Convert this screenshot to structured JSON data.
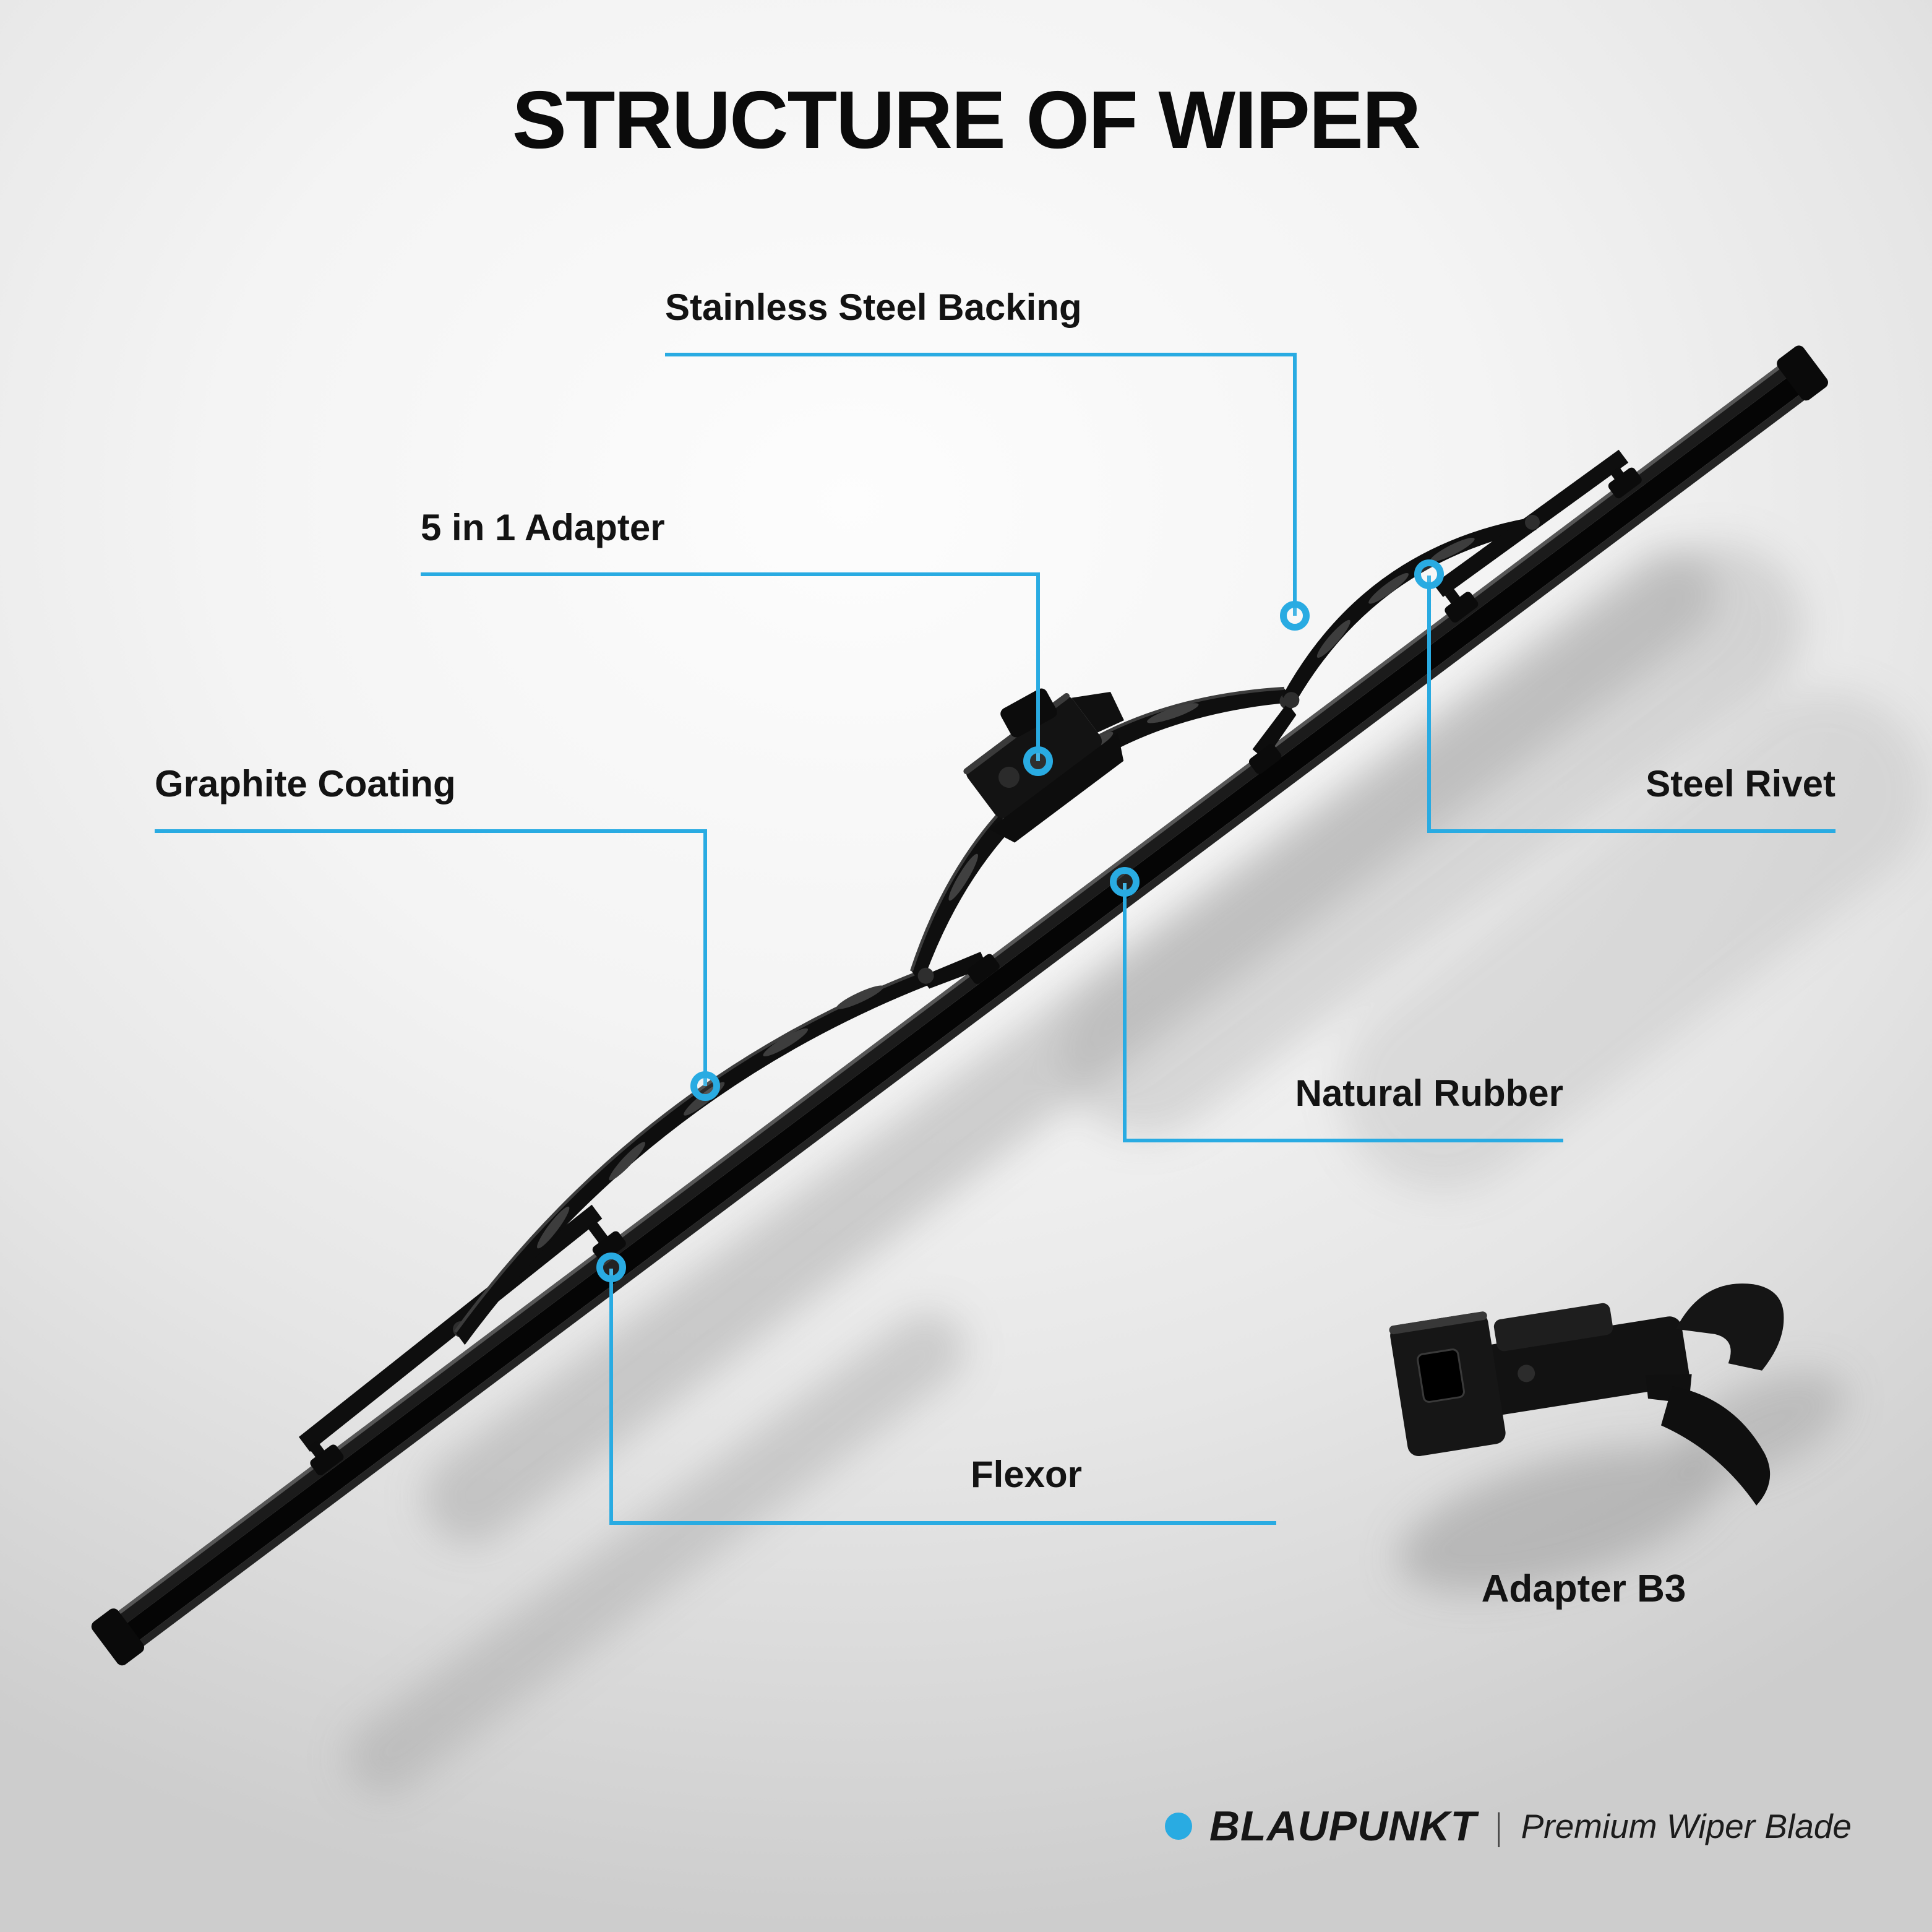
{
  "title": "STRUCTURE OF WIPER",
  "colors": {
    "accent": "#29ABE2",
    "text": "#131313"
  },
  "callouts": {
    "stainless_steel_backing": {
      "label": "Stainless Steel Backing"
    },
    "five_in_one_adapter": {
      "label": "5 in 1 Adapter"
    },
    "graphite_coating": {
      "label": "Graphite Coating"
    },
    "steel_rivet": {
      "label": "Steel Rivet"
    },
    "natural_rubber": {
      "label": "Natural Rubber"
    },
    "flexor": {
      "label": "Flexor"
    }
  },
  "adapter": {
    "label": "Adapter B3"
  },
  "brand": {
    "name": "BLAUPUNKT",
    "separator": "|",
    "tagline": "Premium Wiper Blade"
  },
  "icons": {
    "brand_dot": "filled-circle",
    "callout_dot": "blue-ring",
    "wiper_blade": "conventional-metal-frame-wiper-blade-illustration",
    "adapter_b3": "b3-hook-adapter-illustration"
  }
}
